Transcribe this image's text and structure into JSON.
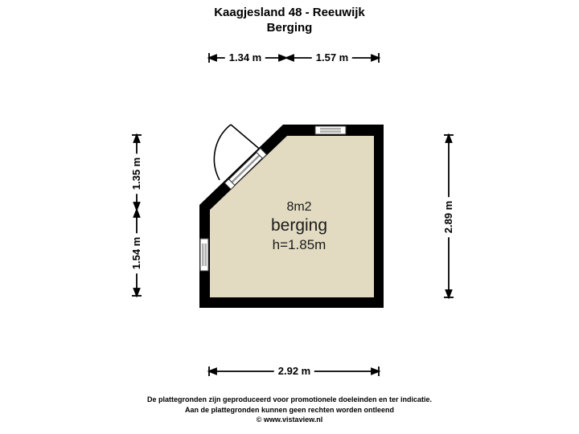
{
  "title": {
    "line1": "Kaagjesland 48 - Reeuwijk",
    "line2": "Berging"
  },
  "room": {
    "area": "8m2",
    "name": "berging",
    "height": "h=1.85m"
  },
  "dimensions": {
    "top": [
      "1.34 m",
      "1.57 m"
    ],
    "left": [
      "1.35 m",
      "1.54 m"
    ],
    "right": "2.89 m",
    "bottom": "2.92 m"
  },
  "footer": {
    "line1": "De plattegronden zijn geproduceerd voor promotionele doeleinden en ter indicatie.",
    "line2": "Aan de plattegronden kunnen geen rechten worden ontleend",
    "line3": "© www.vistaview.nl"
  },
  "colors": {
    "wall": "#000000",
    "floor": "#e2dbc2",
    "window_glass": "#b0b0b0",
    "line": "#000000",
    "background": "#ffffff"
  }
}
